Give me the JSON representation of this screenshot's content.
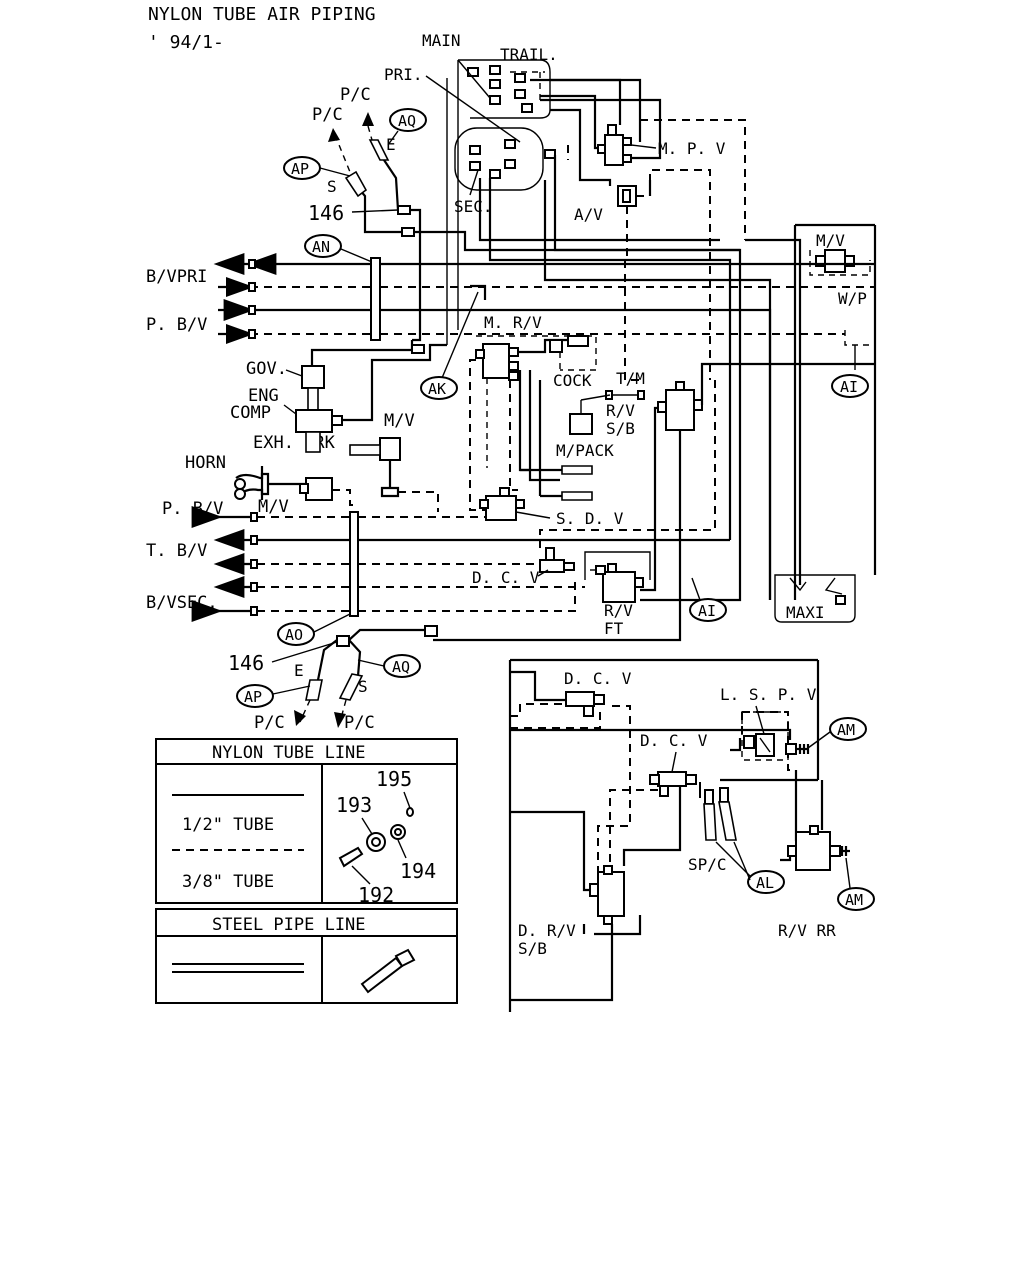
{
  "title": "NYLON TUBE AIR PIPING",
  "subtitle": "' 94/1-",
  "labels": {
    "main": "MAIN",
    "trail": "TRAIL.",
    "pri": "PRI.",
    "sec": "SEC.",
    "mpv": "M. P. V",
    "av": "A/V",
    "mv_right": "M/V",
    "wp": "W/P",
    "pc1": "P/C",
    "pc2": "P/C",
    "e_top": "E",
    "s_top": "S",
    "n146_top": "146",
    "bv_pri": "B/VPRI",
    "pbv_top": "P. B/V",
    "gov": "GOV.",
    "eng_comp_1": "ENG",
    "eng_comp_2": "COMP",
    "exh_brk": "EXH. BRK",
    "mrv": "M. R/V",
    "cock": "COCK",
    "tm": "T/M",
    "rvsb_1": "R/V",
    "rvsb_2": "S/B",
    "mv_mid": "M/V",
    "mpack": "M/PACK",
    "horn": "HORN",
    "mv_horn": "M/V",
    "pbv_mid": "P. B/V",
    "sdv": "S. D. V",
    "tbv": "T. B/V",
    "dcv_mid": "D. C. V",
    "bv_sec": "B/VSEC.",
    "rvft_1": "R/V",
    "rvft_2": "FT",
    "maxi": "MAXI",
    "n146_bot": "146",
    "e_bot": "E",
    "s_bot": "S",
    "pc3": "P/C",
    "pc4": "P/C",
    "dcv_r1": "D. C. V",
    "lspv": "L. S. P. V",
    "dcv_r2": "D. C. V",
    "spc": "SP/C",
    "drvsb_1": "D. R/V",
    "drvsb_2": "S/B",
    "rvrr": "R/V  RR"
  },
  "tags": {
    "aq_top": "AQ",
    "ap_top": "AP",
    "an": "AN",
    "ak": "AK",
    "ai_1": "AI",
    "ai_2": "AI",
    "ao": "AO",
    "ap_bot": "AP",
    "aq_bot": "AQ",
    "am_1": "AM",
    "am_2": "AM",
    "al": "AL"
  },
  "legend": {
    "nylon_header": "NYLON TUBE LINE",
    "half_tube": "1/2\" TUBE",
    "three_eighth_tube": "3/8\" TUBE",
    "part_195": "195",
    "part_193": "193",
    "part_194": "194",
    "part_192": "192",
    "steel_header": "STEEL PIPE LINE"
  }
}
